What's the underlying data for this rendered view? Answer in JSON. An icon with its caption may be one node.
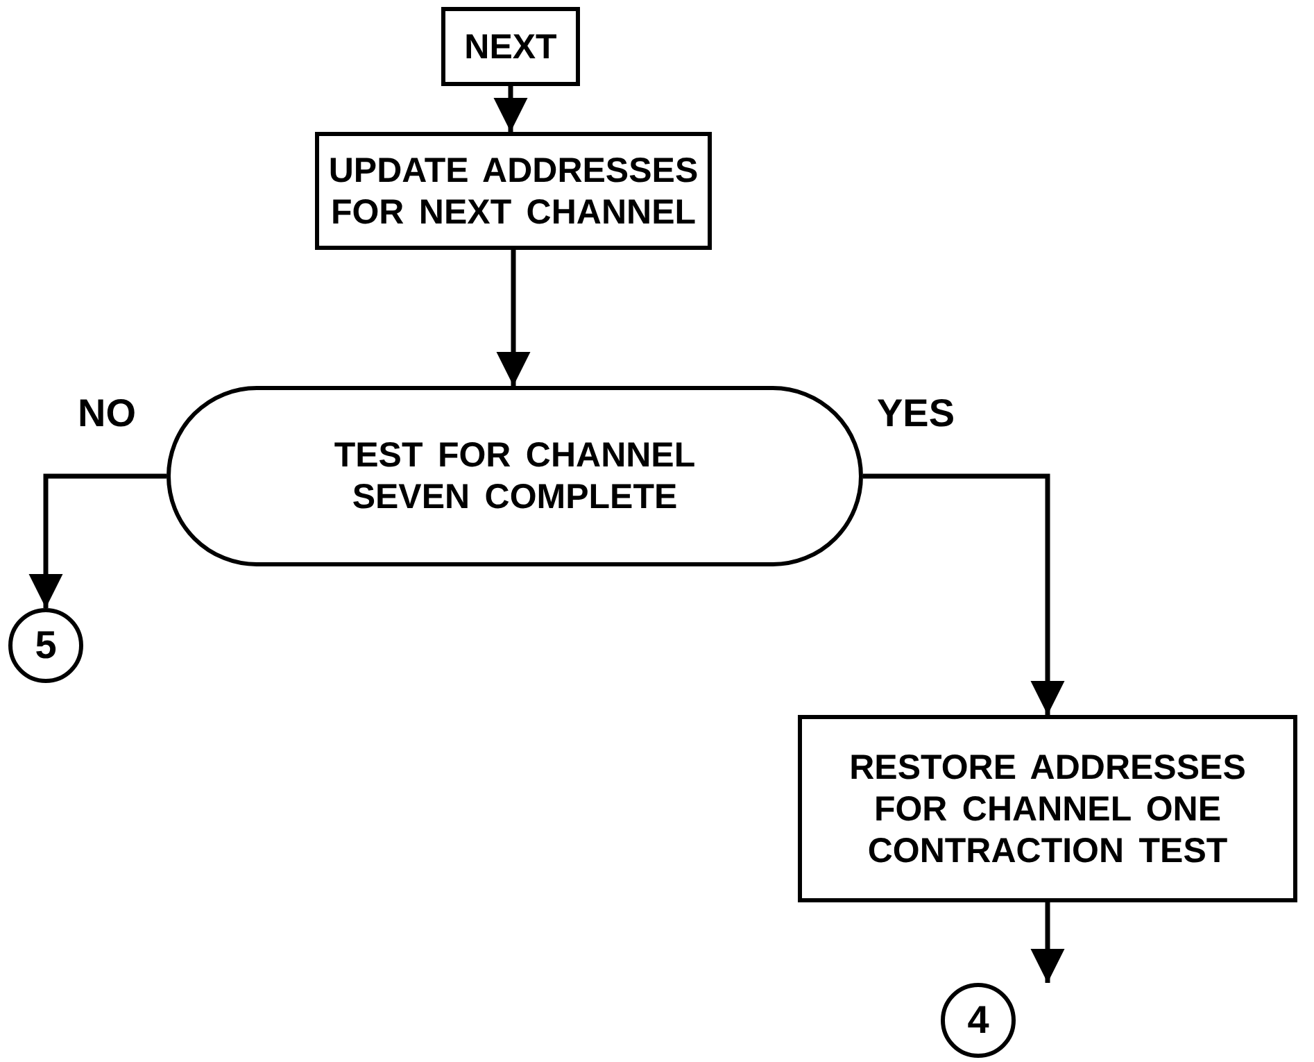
{
  "diagram": {
    "nodes": [
      {
        "text": [
          "NEXT"
        ]
      },
      {
        "text": [
          "UPDATE ADDRESSES FOR NEXT CHANNEL"
        ]
      },
      {
        "text": [
          "TEST FOR CHANNEL SEVEN COMPLETE"
        ]
      },
      {
        "text": [
          "5"
        ]
      },
      {
        "text": [
          "RESTORE ADDRESSES FOR CHANNEL ONE CONTRACTION TEST"
        ]
      },
      {
        "text": [
          "4"
        ]
      }
    ],
    "edges": [
      {
        "from": 0,
        "to": 1,
        "arrow": "to"
      },
      {
        "from": 1,
        "to": 2,
        "arrow": "to"
      },
      {
        "from": 2,
        "to": 3,
        "arrow": "to",
        "label": "NO"
      },
      {
        "from": 2,
        "to": 4,
        "arrow": "to",
        "label": "YES"
      },
      {
        "from": 4,
        "to": 5,
        "arrow": "to"
      }
    ]
  }
}
